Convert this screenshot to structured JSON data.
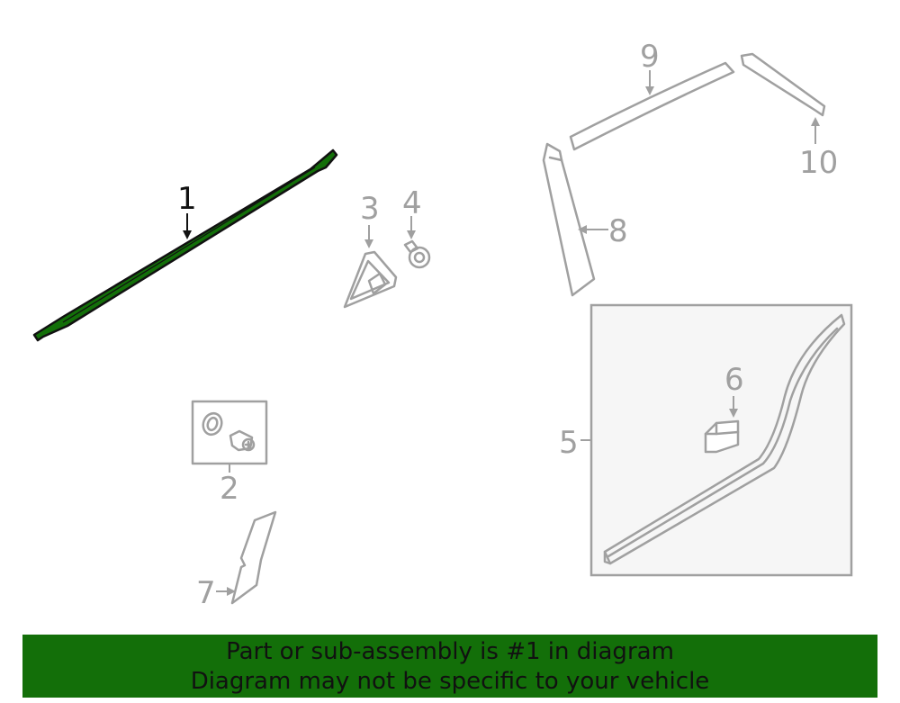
{
  "callouts": {
    "p1": "1",
    "p2": "2",
    "p3": "3",
    "p4": "4",
    "p5": "5",
    "p6": "6",
    "p7": "7",
    "p8": "8",
    "p9": "9",
    "p10": "10"
  },
  "colors": {
    "highlight_part": "#136f09",
    "line_art": "#a0a0a0",
    "banner_bg": "#136f09",
    "text_dark": "#111111"
  },
  "banner": {
    "line1": "Part or sub-assembly is #1 in diagram",
    "line2": "Diagram may not be specific to your vehicle"
  }
}
